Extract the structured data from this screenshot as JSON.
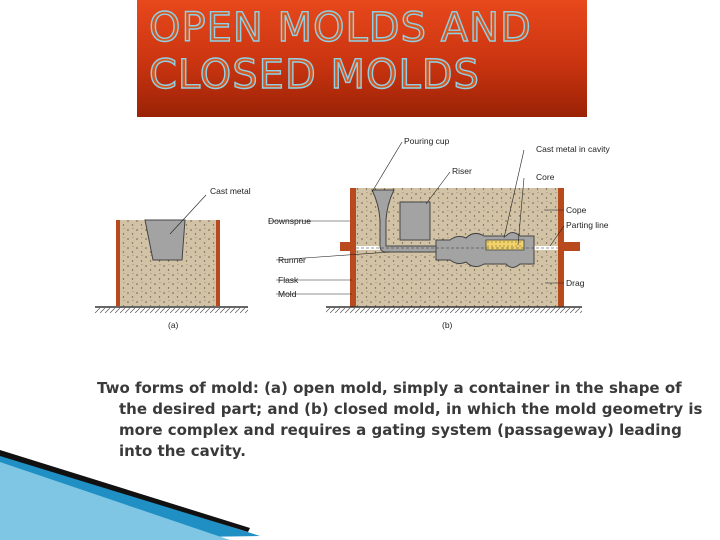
{
  "slide": {
    "title_line1": "OPEN MOLDS AND",
    "title_line2": "CLOSED MOLDS",
    "caption": "Two forms of mold: (a) open mold, simply a container in the shape of the desired part; and (b) closed mold, in which the mold geometry is more complex and requires a gating system (passageway) leading into the cavity."
  },
  "figure": {
    "labels": {
      "pouring_cup": "Pouring cup",
      "cast_metal_in_cavity": "Cast metal in cavity",
      "riser": "Riser",
      "core": "Core",
      "cast_metal": "Cast metal",
      "downsprue": "Downsprue",
      "cope": "Cope",
      "parting_line": "Parting line",
      "runner": "Runner",
      "flask": "Flask",
      "mold": "Mold",
      "drag": "Drag",
      "panel_a": "(a)",
      "panel_b": "(b)"
    }
  },
  "colors": {
    "title_gradient_top": "#e8481c",
    "title_gradient_bottom": "#9a2206",
    "sand": "#d2c3a6",
    "flask": "#b84a1e",
    "cast_metal": "#a3a3a3",
    "caption_text": "#3a3a3a",
    "accent_blue": "#1f8fc4"
  }
}
